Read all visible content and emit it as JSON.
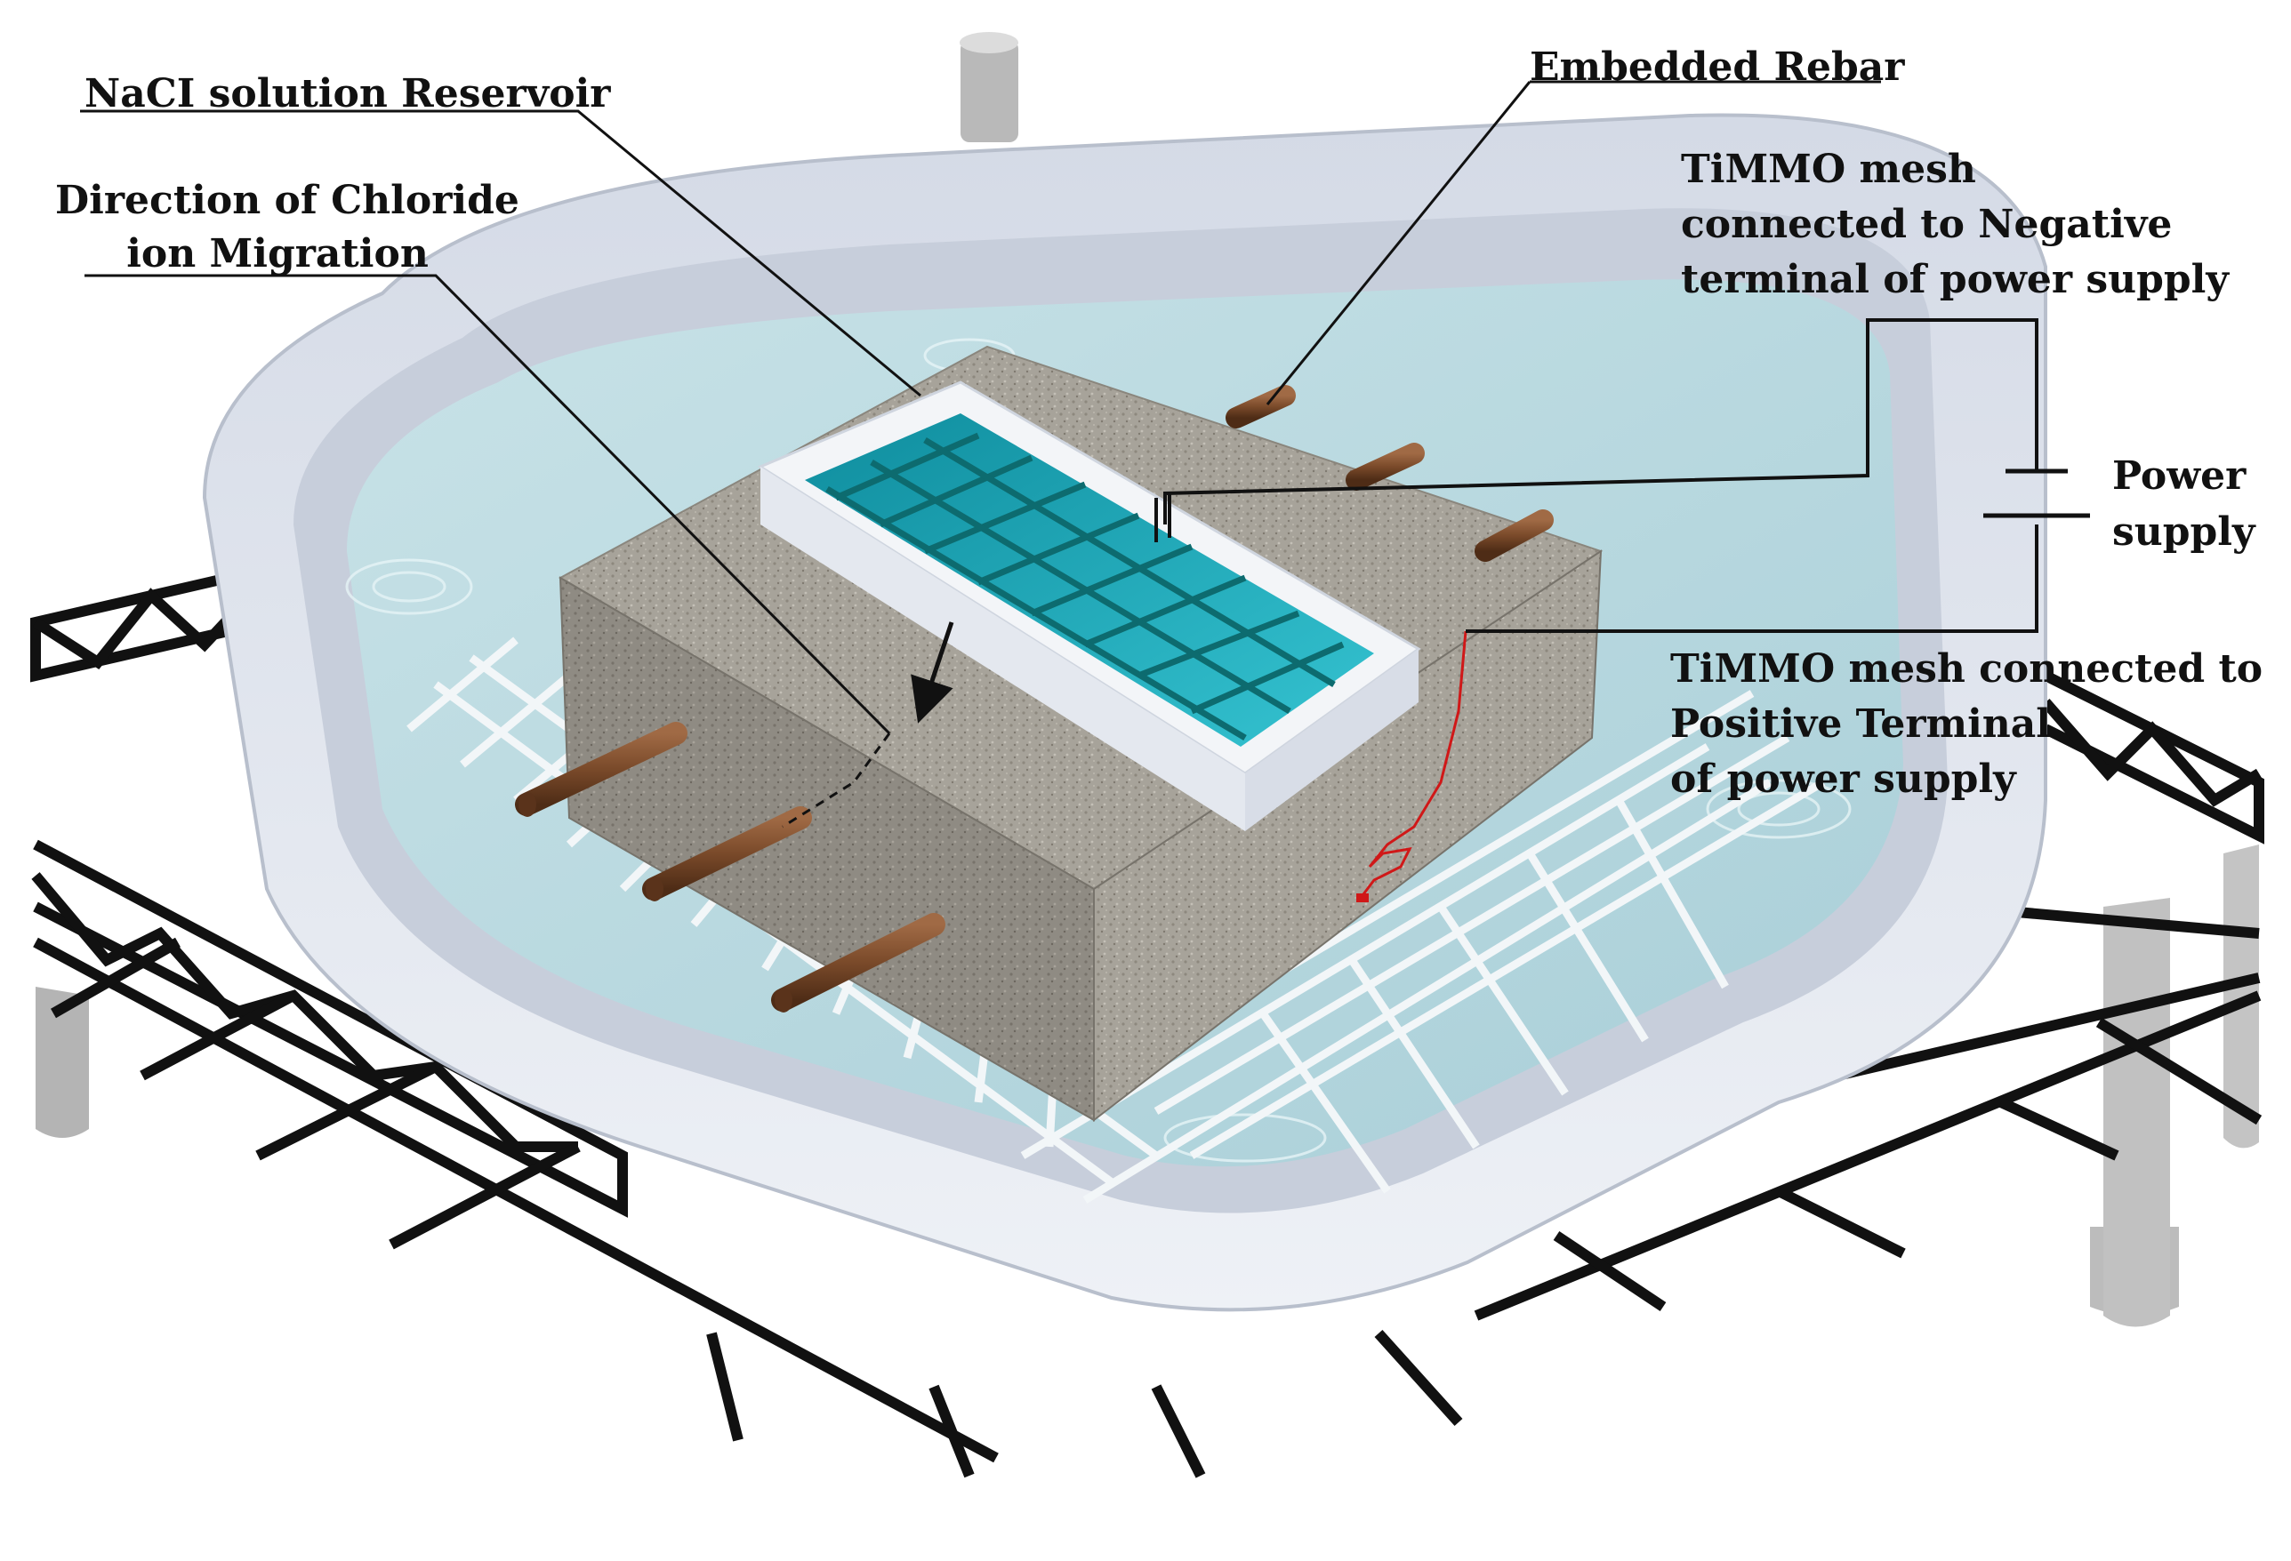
{
  "labels": {
    "nacl_reservoir": "NaCI solution Reservoir",
    "direction_line1": "Direction of Chloride",
    "direction_line2": "ion Migration",
    "embedded_rebar": "Embedded Rebar",
    "negative_line1": "TiMMO mesh",
    "negative_line2": "connected to Negative",
    "negative_line3": "terminal of power supply",
    "power_line1": "Power",
    "power_line2": "supply",
    "positive_line1": "TiMMO mesh connected to",
    "positive_line2": "Positive Terminal",
    "positive_line3": "of power supply"
  },
  "colors": {
    "tub": "#dfe5ef",
    "tub_inner": "#c3cad9",
    "water": "#b9d9e0",
    "concrete": "#a8a49c",
    "reservoir_water": "#1aa0b4",
    "rebar": "#7a4a2a",
    "anode_wire": "#d01818",
    "frame": "#111111"
  },
  "icons": {
    "rebar": "rebar-icon",
    "mesh": "mesh-icon",
    "battery": "battery-symbol-icon"
  }
}
